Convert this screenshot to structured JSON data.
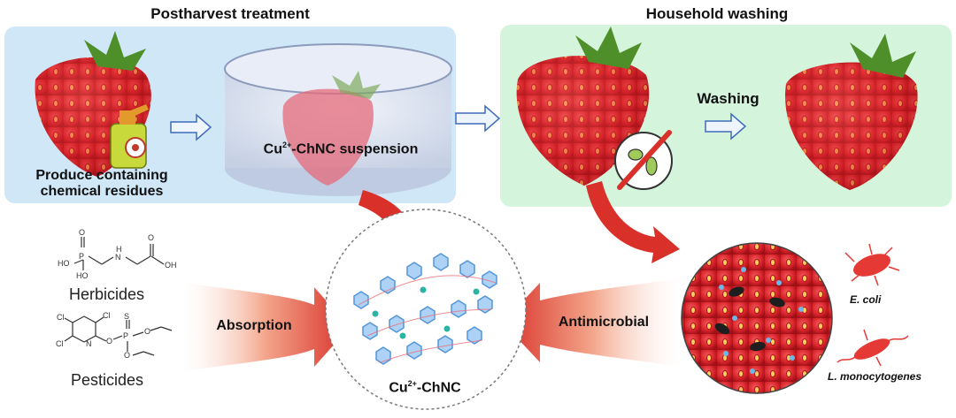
{
  "sections": {
    "left_title": "Postharvest treatment",
    "right_title": "Household washing"
  },
  "labels": {
    "produce_line1": "Produce containing",
    "produce_line2": "chemical residues",
    "suspension_prefix": "Cu",
    "suspension_sup": "2+",
    "suspension_suffix": "-ChNC suspension",
    "washing": "Washing",
    "center_prefix": "Cu",
    "center_sup": "2+",
    "center_suffix": "-ChNC",
    "herbicides": "Herbicides",
    "pesticides": "Pesticides",
    "absorption": "Absorption",
    "antimicrobial": "Antimicrobial",
    "ecoli": "E. coli",
    "listeria": "L. monocytogenes"
  },
  "molecules": {
    "herbicide_atoms": [
      "O",
      "P",
      "HO",
      "HO",
      "N",
      "H",
      "O",
      "OH"
    ],
    "pesticide_atoms": [
      "Cl",
      "Cl",
      "Cl",
      "N",
      "O",
      "P",
      "S",
      "O",
      "O"
    ]
  },
  "colors": {
    "left_panel": "#cfe7f7",
    "right_panel": "#d4f4dc",
    "arrow_red": "#d9312a",
    "strawberry": "#d7242b",
    "leaf": "#4f8f2a",
    "hex_blue": "#4a90d9",
    "cu_dot": "#2bb3a3"
  }
}
